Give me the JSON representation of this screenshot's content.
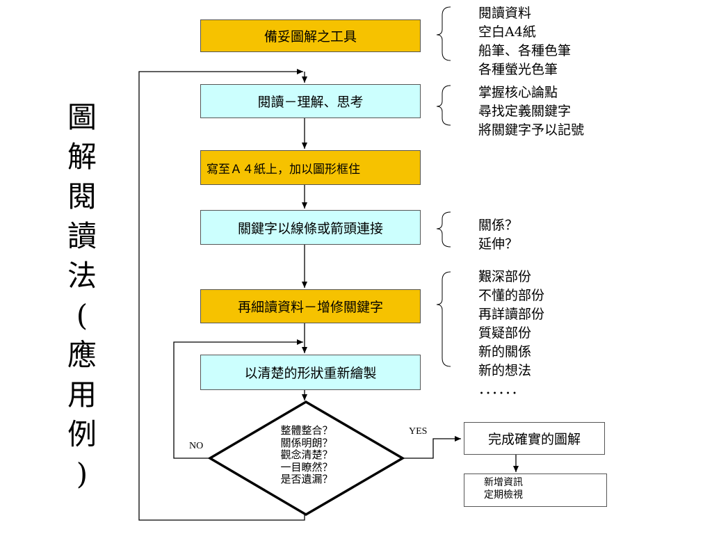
{
  "title": "圖解閱讀法(應用例)",
  "title_chars": [
    "圖",
    "解",
    "閱",
    "讀",
    "法",
    "(",
    "應",
    "用",
    "例",
    ")"
  ],
  "steps": [
    {
      "label": "備妥圖解之工具"
    },
    {
      "label": "閱讀－理解、思考"
    },
    {
      "label": "寫至Ａ４紙上，加以圖形框住"
    },
    {
      "label": "關鍵字以線條或箭頭連接"
    },
    {
      "label": "再細讀資料－增修關鍵字"
    },
    {
      "label": "以清楚的形狀重新繪製"
    }
  ],
  "notes": {
    "tools": [
      "閱讀資料",
      "空白A4紙",
      "船筆、各種色筆",
      "各種螢光色筆"
    ],
    "reading": [
      "掌握核心論點",
      "尋找定義關鍵字",
      "將關鍵字予以記號"
    ],
    "connect": [
      "關係？",
      "延伸？"
    ],
    "reread": [
      "艱深部份",
      "不懂的部份",
      "再詳讀部份",
      "質疑部份",
      "新的關係",
      "新的想法",
      "．．．．．．"
    ]
  },
  "decision": {
    "lines": [
      "整體整合？",
      "關係明朗？",
      "觀念清楚？",
      "一目瞭然？",
      "是否遺漏？"
    ],
    "yes_label": "YES",
    "no_label": "NO"
  },
  "result": {
    "label": "完成確實的圖解"
  },
  "followup": {
    "lines": [
      "新增資訊",
      "定期檢視"
    ]
  },
  "colors": {
    "gold": "#f6c200",
    "cyan": "#ccfffe",
    "border": "#555555",
    "line": "#000000"
  }
}
